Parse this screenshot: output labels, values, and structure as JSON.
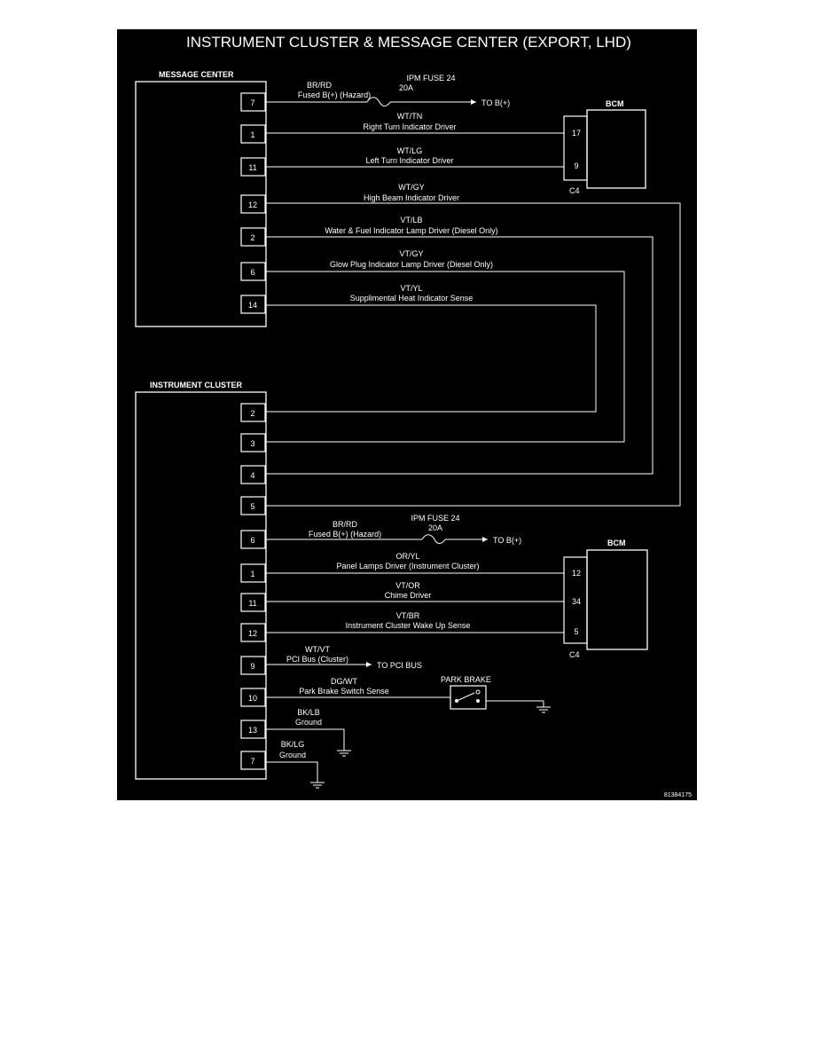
{
  "title": "INSTRUMENT CLUSTER & MESSAGE CENTER (EXPORT, LHD)",
  "figure_id": "81384175",
  "components": {
    "message_center": "MESSAGE CENTER",
    "instrument_cluster": "INSTRUMENT CLUSTER",
    "bcm": "BCM",
    "connector": "C4",
    "park_brake": "PARK BRAKE"
  },
  "fuse": {
    "name": "IPM FUSE 24",
    "rating": "20A"
  },
  "destinations": {
    "battery": "TO B(+)",
    "pci_bus": "TO PCI BUS"
  },
  "message_center_circuits": [
    {
      "pin": "7",
      "wire": "BR/RD",
      "desc": "Fused B(+) (Hazard)",
      "bcm_pin": ""
    },
    {
      "pin": "1",
      "wire": "WT/TN",
      "desc": "Right Turn Indicator Driver",
      "bcm_pin": "17"
    },
    {
      "pin": "11",
      "wire": "WT/LG",
      "desc": "Left Turn Indicator Driver",
      "bcm_pin": "9"
    },
    {
      "pin": "12",
      "wire": "WT/GY",
      "desc": "High Beam Indicator Driver",
      "ic_pin": "5"
    },
    {
      "pin": "2",
      "wire": "VT/LB",
      "desc": "Water & Fuel Indicator Lamp Driver (Diesel Only)",
      "ic_pin": "4"
    },
    {
      "pin": "6",
      "wire": "VT/GY",
      "desc": "Glow Plug Indicator Lamp Driver (Diesel Only)",
      "ic_pin": "3"
    },
    {
      "pin": "14",
      "wire": "VT/YL",
      "desc": "Supplimental Heat Indicator Sense",
      "ic_pin": "2"
    }
  ],
  "instrument_cluster_pins": [
    "2",
    "3",
    "4",
    "5"
  ],
  "instrument_cluster_circuits": [
    {
      "pin": "6",
      "wire": "BR/RD",
      "desc": "Fused B(+) (Hazard)"
    },
    {
      "pin": "1",
      "wire": "OR/YL",
      "desc": "Panel Lamps Driver (Instrument Cluster)",
      "bcm_pin": "12"
    },
    {
      "pin": "11",
      "wire": "VT/OR",
      "desc": "Chime Driver",
      "bcm_pin": "34"
    },
    {
      "pin": "12",
      "wire": "VT/BR",
      "desc": "Instrument Cluster Wake Up Sense",
      "bcm_pin": "5"
    },
    {
      "pin": "9",
      "wire": "WT/VT",
      "desc": "PCI Bus (Cluster)"
    },
    {
      "pin": "10",
      "wire": "DG/WT",
      "desc": "Park Brake Switch Sense"
    },
    {
      "pin": "13",
      "wire": "BK/LB",
      "desc": "Ground"
    },
    {
      "pin": "7",
      "wire": "BK/LG",
      "desc": "Ground"
    }
  ]
}
